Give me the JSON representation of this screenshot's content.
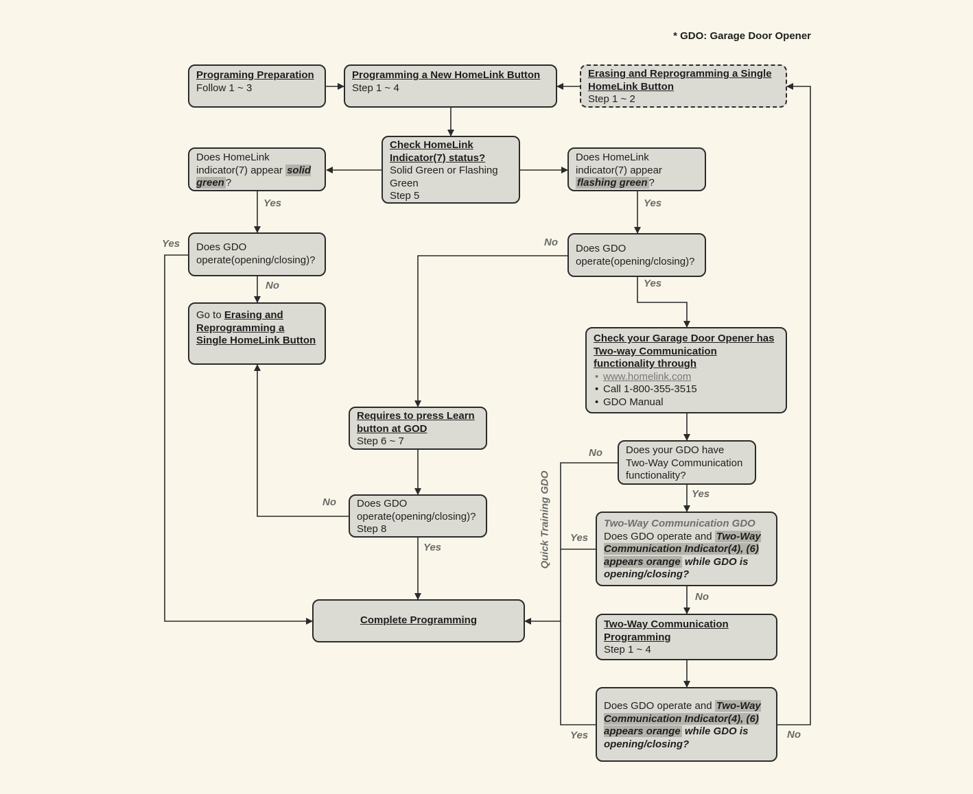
{
  "note": "* GDO: Garage Door Opener",
  "boxes": {
    "prep": {
      "title": "Programing Preparation",
      "line1": "Follow 1 ~ 3"
    },
    "new_button": {
      "title": "Programming a New HomeLink Button",
      "line1": "Step 1 ~ 4"
    },
    "erase": {
      "title": "Erasing and Reprogramming a Single HomeLink Button",
      "line1": "Step 1 ~ 2"
    },
    "check_indicator": {
      "title": "Check HomeLink Indicator(7) status?",
      "line1": "Solid Green or Flashing Green",
      "line2": "Step 5"
    },
    "solid": {
      "pre": "Does HomeLink indicator(7) appear ",
      "hl": "solid green",
      "post": "?"
    },
    "flashing": {
      "pre": "Does HomeLink indicator(7) appear ",
      "hl": "flashing green",
      "post": "?"
    },
    "gdo_left": {
      "text": "Does GDO operate(opening/closing)?"
    },
    "gdo_right": {
      "text": "Does GDO operate(opening/closing)?"
    },
    "goto_erase": {
      "pre": "Go to ",
      "link": "Erasing and Reprogramming a Single HomeLink Button"
    },
    "check_opener": {
      "title": "Check your Garage Door Opener has Two-way Communication functionality through",
      "items": [
        "www.homelink.com",
        "Call 1-800-355-3515",
        "GDO Manual"
      ]
    },
    "learn": {
      "title": "Requires to press Learn button at GOD",
      "line1": "Step 6 ~ 7"
    },
    "gdo_step8": {
      "text": "Does GDO operate(opening/closing)?",
      "line2": "Step 8"
    },
    "have_twoway": {
      "text": "Does your GDO have Two-Way Communication functionality?"
    },
    "twoway_gdo": {
      "subtitle": "Two-Way Communication GDO",
      "pre": "Does GDO operate and ",
      "hl": "Two-Way Communication Indicator(4), (6) appears orange",
      "post": " while GDO is opening/closing?"
    },
    "twoway_prog": {
      "title": "Two-Way Communication Programming",
      "line1": "Step 1 ~ 4"
    },
    "twoway_final": {
      "pre": "Does GDO operate and ",
      "hl": "Two-Way Communication Indicator(4), (6) appears orange",
      "post": " while GDO is opening/closing?"
    },
    "complete": {
      "title": "Complete Programming"
    }
  },
  "labels": {
    "yes": "Yes",
    "no": "No",
    "quick_training": "Quick Training GDO"
  },
  "colors": {
    "background": "#faf7ea",
    "box_fill": "#dcdbd3",
    "stroke": "#2b2b2b",
    "highlight": "#b4b3ab",
    "label": "#6a6a6a"
  }
}
